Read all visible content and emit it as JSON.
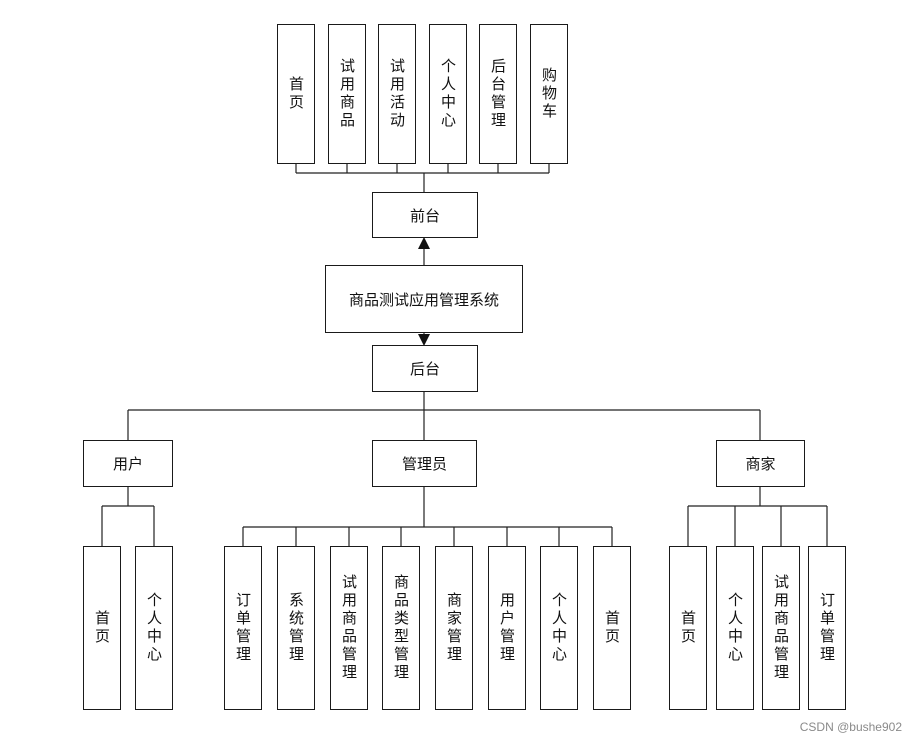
{
  "diagram": {
    "root": "商品测试应用管理系统",
    "frontend": {
      "label": "前台",
      "children": [
        "首页",
        "试用商品",
        "试用活动",
        "个人中心",
        "后台管理",
        "购物车"
      ]
    },
    "backend": {
      "label": "后台",
      "roles": [
        {
          "label": "用户",
          "children": [
            "首页",
            "个人中心"
          ]
        },
        {
          "label": "管理员",
          "children": [
            "订单管理",
            "系统管理",
            "试用商品管理",
            "商品类型管理",
            "商家管理",
            "用户管理",
            "个人中心",
            "首页"
          ]
        },
        {
          "label": "商家",
          "children": [
            "首页",
            "个人中心",
            "试用商品管理",
            "订单管理"
          ]
        }
      ]
    }
  },
  "watermark": "CSDN @bushe902"
}
